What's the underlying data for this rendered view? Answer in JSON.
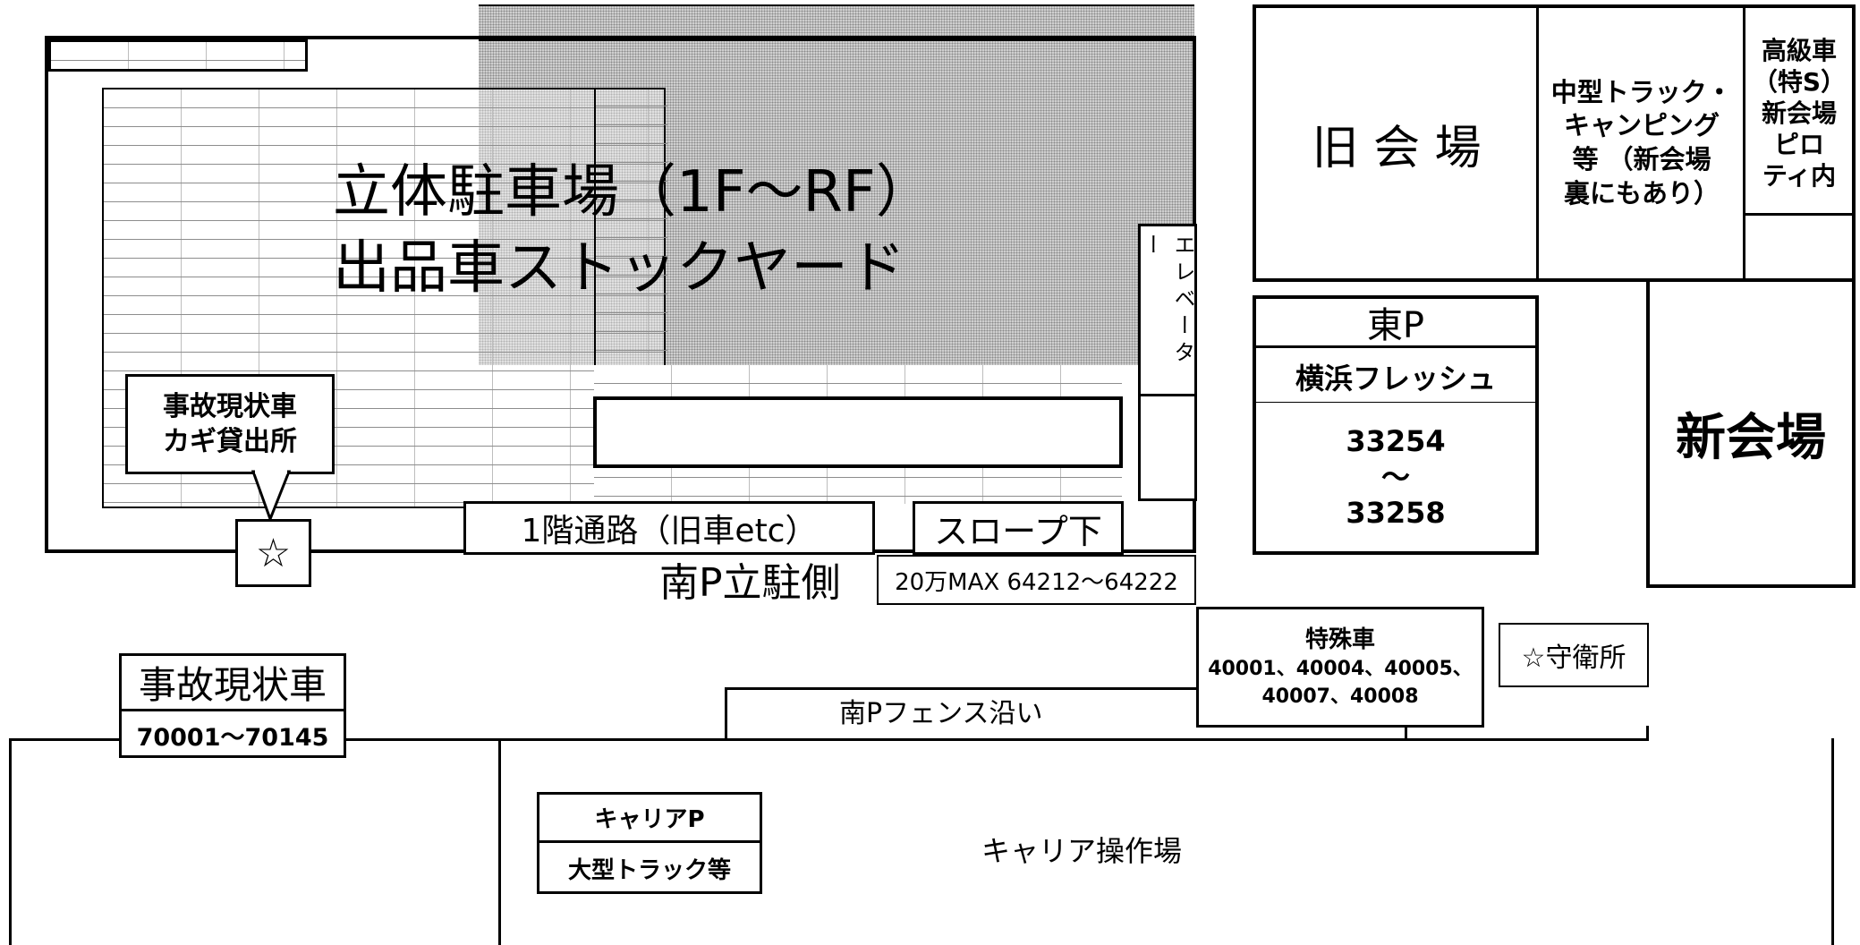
{
  "map": {
    "parking_structure": {
      "title_line1": "立体駐車場（1F～RF）",
      "title_line2": "出品車ストックヤード"
    },
    "elevator": "エレベーター",
    "accident_key_office": {
      "line1": "事故現状車",
      "line2": "カギ貸出所",
      "marker": "☆"
    },
    "first_floor_passage": "1階通路（旧車etc）",
    "slope_under": "スロープ下",
    "south_p_parking_side": "南P立駐側",
    "max_200k": "20万MAX 64212～64222",
    "old_venue": "旧 会 場",
    "mid_truck": {
      "line1": "中型トラック・",
      "line2": "キャンピング",
      "line3": "等 （新会場",
      "line4": "裏にもあり）"
    },
    "luxury": {
      "line1": "高級車",
      "line2": "（特S）",
      "line3": "新会場",
      "line4": "ピロ",
      "line5": "ティ内"
    },
    "east_p": {
      "title": "東P",
      "subtitle": "横浜フレッシュ",
      "range_start": "33254",
      "range_sep": "～",
      "range_end": "33258"
    },
    "new_venue": "新会場",
    "special": {
      "title": "特殊車",
      "line1": "40001、40004、40005、",
      "line2": "40007、40008"
    },
    "guard": "☆守衛所",
    "accident_cars": {
      "title": "事故現状車",
      "range": "70001～70145"
    },
    "south_fence": "南Pフェンス沿い",
    "carrier_p": {
      "title": "キャリアP",
      "subtitle": "大型トラック等"
    },
    "carrier_ops": "キャリア操作場"
  }
}
